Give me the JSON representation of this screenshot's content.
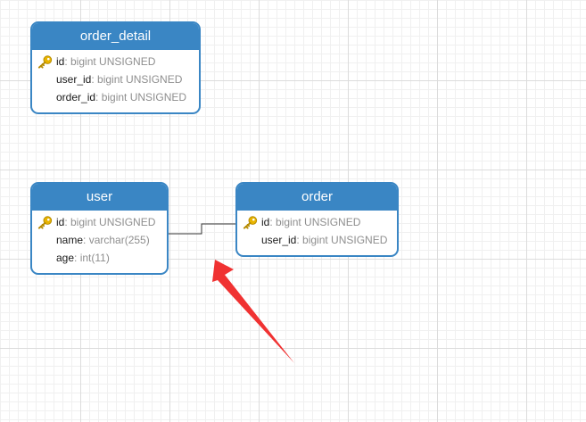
{
  "entities": [
    {
      "id": "order_detail",
      "title": "order_detail",
      "columns": [
        {
          "name": "id",
          "type": ": bigint UNSIGNED",
          "primary_key": true
        },
        {
          "name": "user_id",
          "type": ": bigint UNSIGNED",
          "primary_key": false
        },
        {
          "name": "order_id",
          "type": ": bigint UNSIGNED",
          "primary_key": false
        }
      ]
    },
    {
      "id": "user",
      "title": "user",
      "columns": [
        {
          "name": "id",
          "type": ": bigint UNSIGNED",
          "primary_key": true
        },
        {
          "name": "name",
          "type": ": varchar(255)",
          "primary_key": false
        },
        {
          "name": "age",
          "type": ": int(11)",
          "primary_key": false
        }
      ]
    },
    {
      "id": "order",
      "title": "order",
      "columns": [
        {
          "name": "id",
          "type": ": bigint UNSIGNED",
          "primary_key": true
        },
        {
          "name": "user_id",
          "type": ": bigint UNSIGNED",
          "primary_key": false
        }
      ]
    }
  ],
  "relations": [
    {
      "from": "user.id",
      "to": "order.user_id"
    }
  ],
  "colors": {
    "header": "#3a86c4",
    "border": "#3a86c4",
    "key_icon": "#e8b400",
    "type_text": "#8e8e8e",
    "annotation_arrow": "#f03232"
  },
  "icons": {
    "primary_key": "key-icon"
  }
}
